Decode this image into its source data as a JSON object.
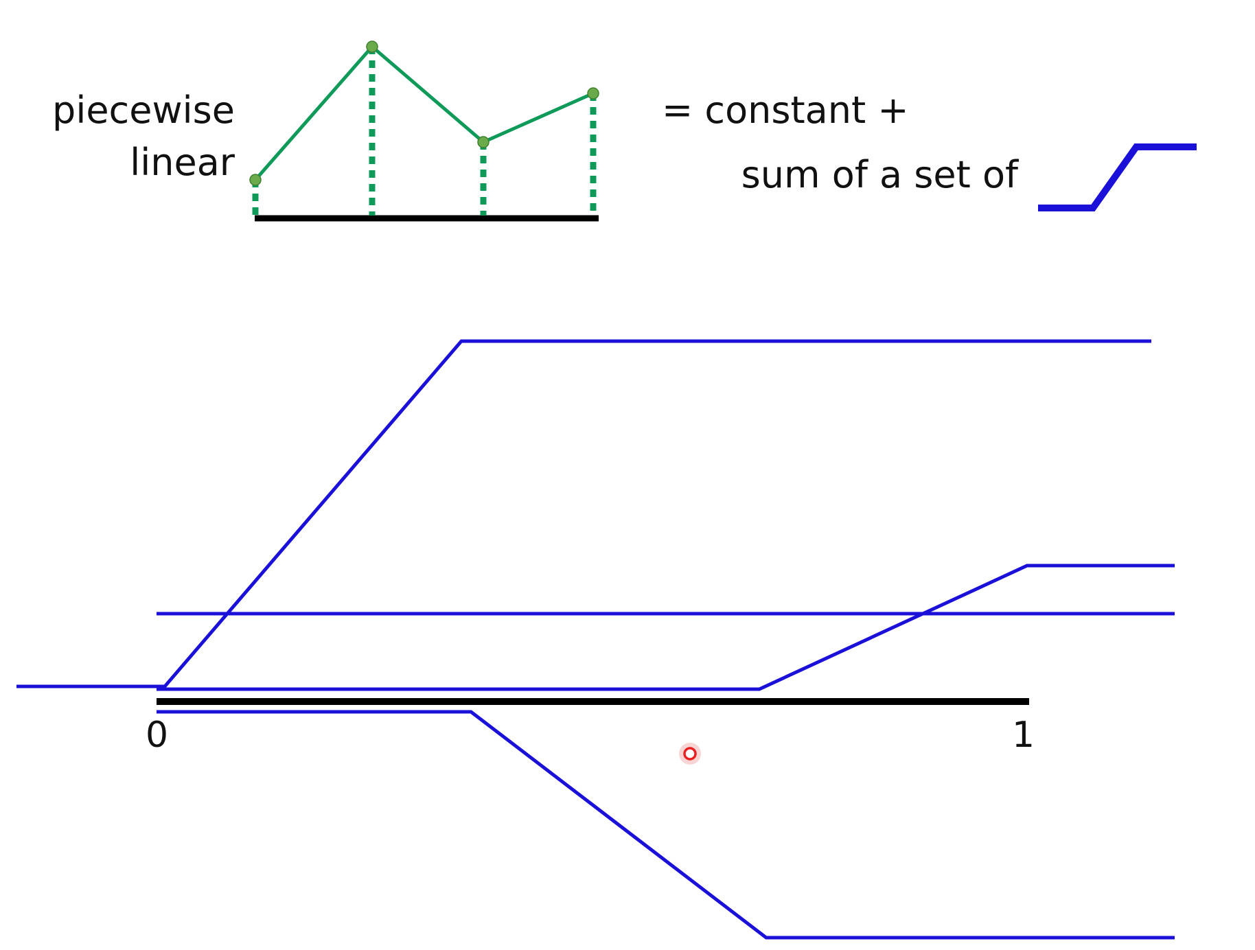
{
  "text": {
    "piecewise": "piecewise",
    "linear": "linear",
    "equals_constant": "= constant  +",
    "sum_of_set": "sum of a set of",
    "axis_zero": "0",
    "axis_one": "1"
  },
  "colors": {
    "green": "#0f9a5a",
    "green_dot": "#6aaa4a",
    "blue": "#1a10d8",
    "black": "#000000",
    "red_cursor": "#e82020"
  }
}
